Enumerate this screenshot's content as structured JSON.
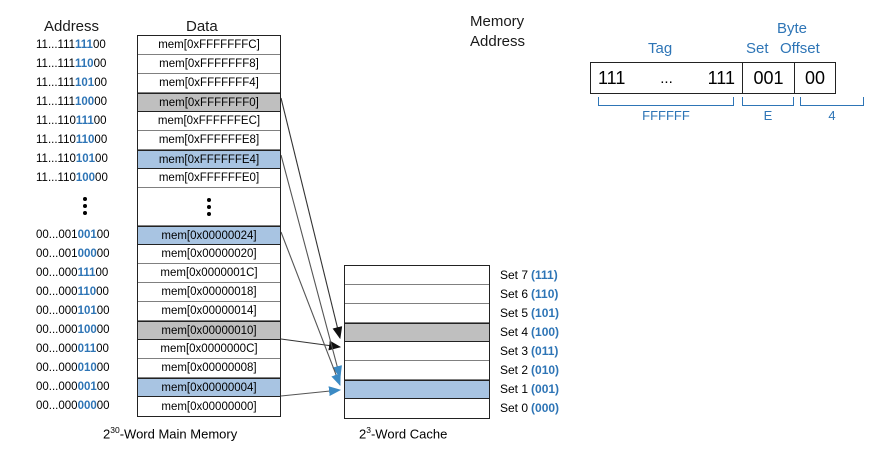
{
  "figure": {
    "memory_caption_base": "2",
    "memory_caption_sup": "30",
    "memory_caption_rest": "-Word Main Memory",
    "cache_caption_base": "2",
    "cache_caption_sup": "3",
    "cache_caption_rest": "-Word Cache"
  },
  "colors": {
    "accent_blue": "#2e75b6",
    "highlight_blue": "#a8c4e2",
    "highlight_gray": "#bfbfbf",
    "border": "#222222"
  },
  "memory_table": {
    "header_address": "Address",
    "header_data": "Data",
    "rows": [
      {
        "addr_prefix": "11...111",
        "addr_set": "111",
        "addr_offset": "00",
        "data": "mem[0xFFFFFFFC]",
        "highlight": "none"
      },
      {
        "addr_prefix": "11...111",
        "addr_set": "110",
        "addr_offset": "00",
        "data": "mem[0xFFFFFFF8]",
        "highlight": "none"
      },
      {
        "addr_prefix": "11...111",
        "addr_set": "101",
        "addr_offset": "00",
        "data": "mem[0xFFFFFFF4]",
        "highlight": "none"
      },
      {
        "addr_prefix": "11...111",
        "addr_set": "100",
        "addr_offset": "00",
        "data": "mem[0xFFFFFFF0]",
        "highlight": "gray"
      },
      {
        "addr_prefix": "11...110",
        "addr_set": "111",
        "addr_offset": "00",
        "data": "mem[0xFFFFFFEC]",
        "highlight": "none"
      },
      {
        "addr_prefix": "11...110",
        "addr_set": "110",
        "addr_offset": "00",
        "data": "mem[0xFFFFFFE8]",
        "highlight": "none"
      },
      {
        "addr_prefix": "11...110",
        "addr_set": "101",
        "addr_offset": "00",
        "data": "mem[0xFFFFFFE4]",
        "highlight": "blue"
      },
      {
        "addr_prefix": "11...110",
        "addr_set": "100",
        "addr_offset": "00",
        "data": "mem[0xFFFFFFE0]",
        "highlight": "none"
      },
      {
        "addr_prefix": "",
        "addr_set": "",
        "addr_offset": "",
        "data": "",
        "highlight": "ellipsis"
      },
      {
        "addr_prefix": "00...001",
        "addr_set": "001",
        "addr_offset": "00",
        "data": "mem[0x00000024]",
        "highlight": "blue"
      },
      {
        "addr_prefix": "00...001",
        "addr_set": "000",
        "addr_offset": "00",
        "data": "mem[0x00000020]",
        "highlight": "none"
      },
      {
        "addr_prefix": "00...000",
        "addr_set": "111",
        "addr_offset": "00",
        "data": "mem[0x0000001C]",
        "highlight": "none"
      },
      {
        "addr_prefix": "00...000",
        "addr_set": "110",
        "addr_offset": "00",
        "data": "mem[0x00000018]",
        "highlight": "none"
      },
      {
        "addr_prefix": "00...000",
        "addr_set": "101",
        "addr_offset": "00",
        "data": "mem[0x00000014]",
        "highlight": "none"
      },
      {
        "addr_prefix": "00...000",
        "addr_set": "100",
        "addr_offset": "00",
        "data": "mem[0x00000010]",
        "highlight": "gray"
      },
      {
        "addr_prefix": "00...000",
        "addr_set": "011",
        "addr_offset": "00",
        "data": "mem[0x0000000C]",
        "highlight": "none"
      },
      {
        "addr_prefix": "00...000",
        "addr_set": "010",
        "addr_offset": "00",
        "data": "mem[0x00000008]",
        "highlight": "none"
      },
      {
        "addr_prefix": "00...000",
        "addr_set": "001",
        "addr_offset": "00",
        "data": "mem[0x00000004]",
        "highlight": "blue"
      },
      {
        "addr_prefix": "00...000",
        "addr_set": "000",
        "addr_offset": "00",
        "data": "mem[0x00000000]",
        "highlight": "none"
      }
    ]
  },
  "cache_table": {
    "rows": [
      {
        "label": "Set 7",
        "bits": "(111)",
        "highlight": "none"
      },
      {
        "label": "Set 6",
        "bits": "(110)",
        "highlight": "none"
      },
      {
        "label": "Set 5",
        "bits": "(101)",
        "highlight": "none"
      },
      {
        "label": "Set 4",
        "bits": "(100)",
        "highlight": "gray"
      },
      {
        "label": "Set 3",
        "bits": "(011)",
        "highlight": "none"
      },
      {
        "label": "Set 2",
        "bits": "(010)",
        "highlight": "none"
      },
      {
        "label": "Set 1",
        "bits": "(001)",
        "highlight": "blue"
      },
      {
        "label": "Set 0",
        "bits": "(000)",
        "highlight": "none"
      }
    ]
  },
  "address_breakdown": {
    "row1_label": "Memory",
    "row2_label": "Address",
    "tag_label": "Tag",
    "set_label": "Set",
    "byte_label": "Byte",
    "offset_label": "Offset",
    "tag_left_bits": "111",
    "tag_dots": "...",
    "tag_right_bits": "111",
    "set_bits": "001",
    "offset_bits": "00",
    "tag_hex": "FFFFFF",
    "set_hex": "E",
    "offset_hex": "4"
  }
}
